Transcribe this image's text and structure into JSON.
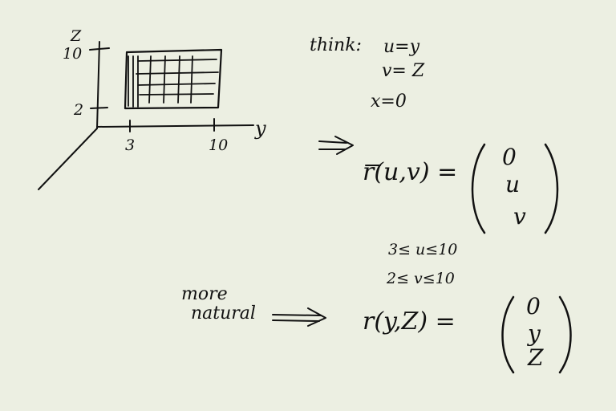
{
  "sketch": {
    "axis_z": "Z",
    "axis_y": "y",
    "tick_z_high": "10",
    "tick_z_low": "2",
    "tick_y_low": "3",
    "tick_y_high": "10"
  },
  "notes": {
    "think": "think:",
    "u_eq": "u=y",
    "v_eq": "v= Z",
    "x_eq": "x=0"
  },
  "param1": {
    "arrow": "⟹",
    "lhs": "r(u,v) =",
    "vector": [
      "0",
      "u",
      "v"
    ],
    "bound_u": "3≤ u≤10",
    "bound_v": "2≤ v≤10"
  },
  "param2": {
    "label_line1": "more",
    "label_line2": "natural",
    "lhs": "r(y,Z) =",
    "vector": [
      "0",
      "y",
      "Z"
    ]
  }
}
